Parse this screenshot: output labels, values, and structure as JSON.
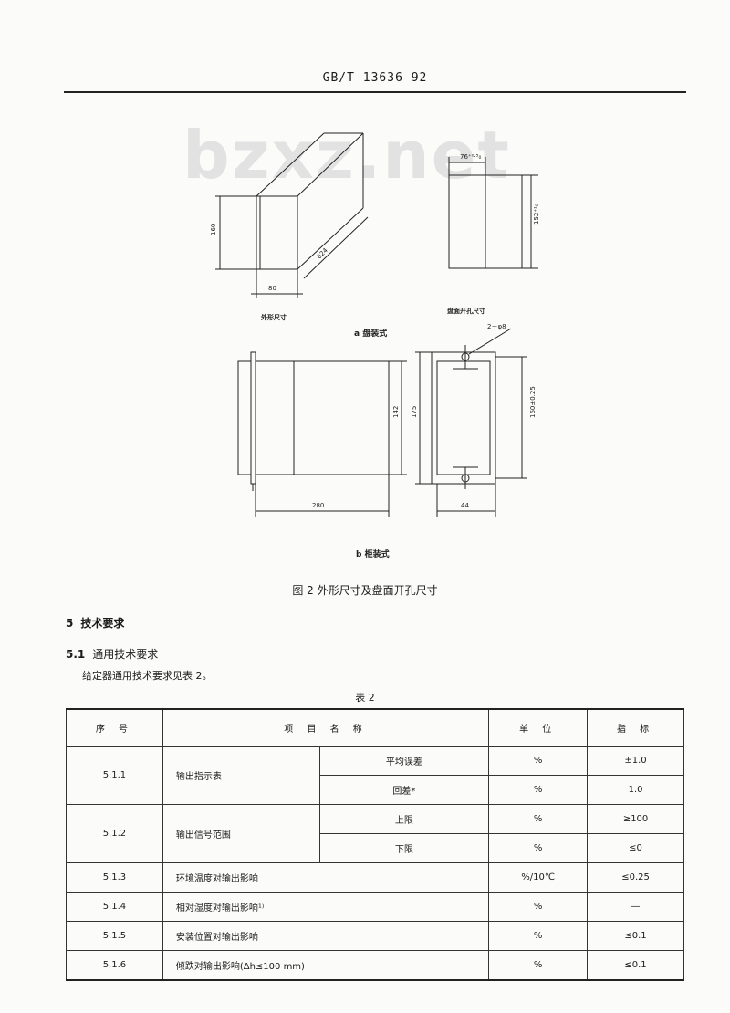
{
  "header": {
    "code": "GB/T 13636—92"
  },
  "watermark": "bzxz.net",
  "figure": {
    "caption": "图 2  外形尺寸及盘面开孔尺寸",
    "sub_a_label": "a  盘装式",
    "sub_b_label": "b  柜装式",
    "outline_label": "外形尺寸",
    "cutout_label": "盘面开孔尺寸",
    "dims": {
      "a_height": "160",
      "a_width": "80",
      "a_depth": "624",
      "cut_width": "76⁺⁰·⁵₀",
      "cut_height": "152⁺¹₀",
      "b_width": "280",
      "b_height": "142",
      "b_front_height": "175",
      "b_front_width": "44",
      "b_hole_spacing": "160±0.25",
      "b_hole_dia": "2－φ8"
    }
  },
  "section": {
    "num": "5",
    "title": "技术要求"
  },
  "subsection": {
    "num": "5.1",
    "title": "通用技术要求"
  },
  "para": "给定器通用技术要求见表 2。",
  "table": {
    "caption": "表 2",
    "headers": {
      "seq": "序 号",
      "item": "项 目 名 称",
      "unit": "单 位",
      "index": "指 标"
    },
    "rows": [
      {
        "seq": "5.1.1",
        "item": "输出指示表",
        "sub": "平均误差",
        "unit": "%",
        "index": "±1.0"
      },
      {
        "sub": "回差*",
        "unit": "%",
        "index": "1.0"
      },
      {
        "seq": "5.1.2",
        "item": "输出信号范围",
        "sub": "上限",
        "unit": "%",
        "index": "≥100"
      },
      {
        "sub": "下限",
        "unit": "%",
        "index": "≤0"
      },
      {
        "seq": "5.1.3",
        "item": "环境温度对输出影响",
        "unit": "%/10℃",
        "index": "≤0.25"
      },
      {
        "seq": "5.1.4",
        "item": "相对湿度对输出影响¹⁾",
        "unit": "%",
        "index": "—"
      },
      {
        "seq": "5.1.5",
        "item": "安装位置对输出影响",
        "unit": "%",
        "index": "≤0.1"
      },
      {
        "seq": "5.1.6",
        "item": "倾跌对输出影响(Δh≤100 mm)",
        "unit": "%",
        "index": "≤0.1"
      }
    ]
  }
}
